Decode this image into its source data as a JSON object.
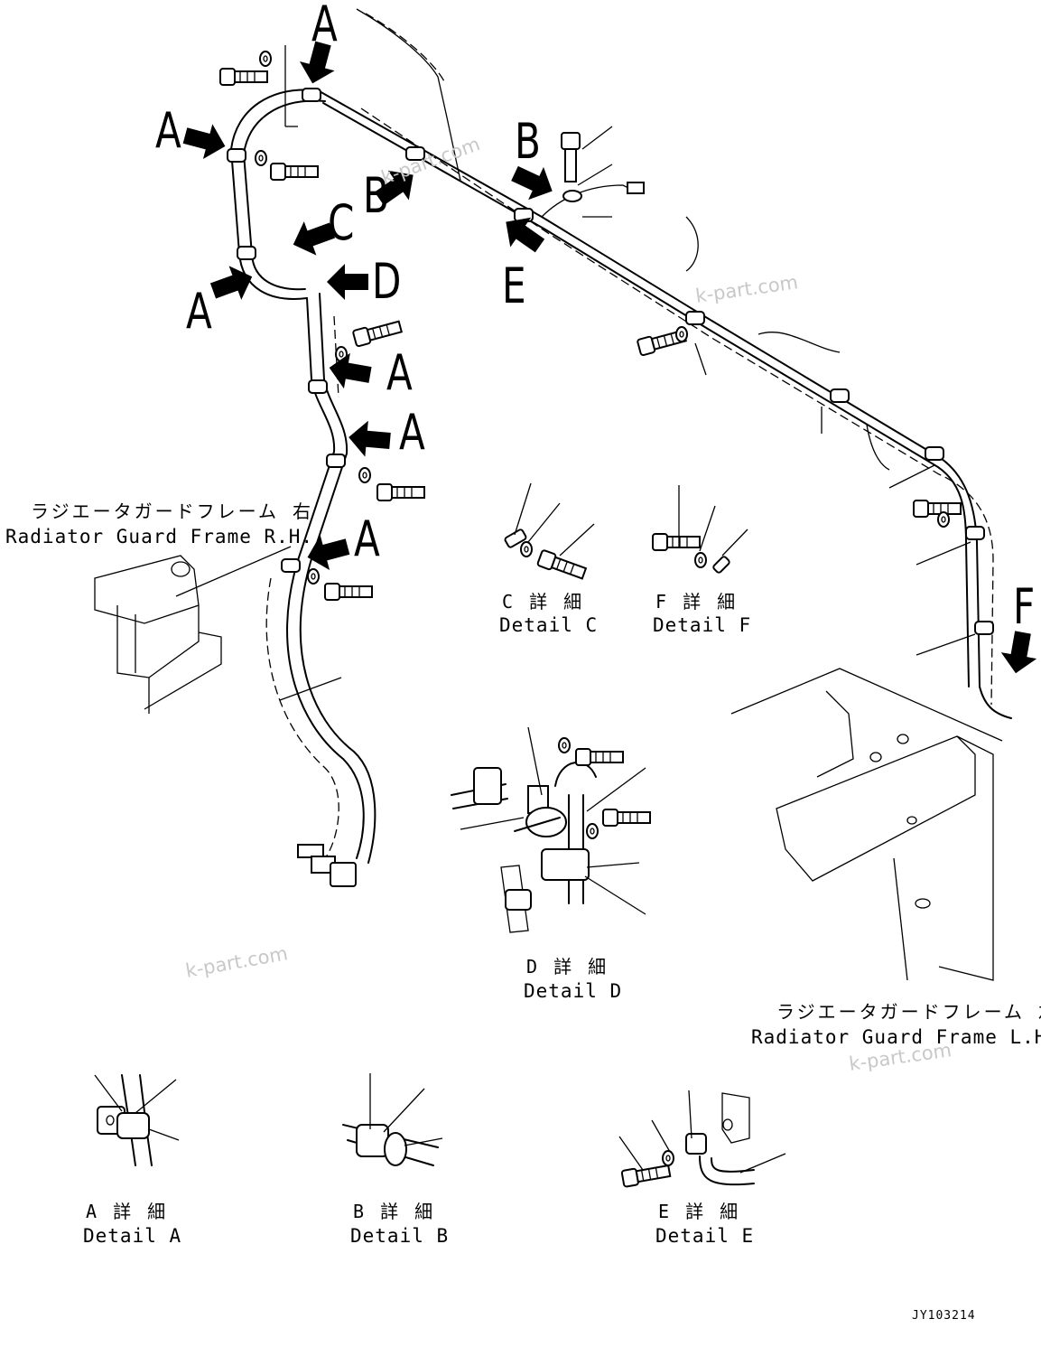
{
  "callouts": {
    "a1": "A",
    "a2": "A",
    "a3": "A",
    "a4": "A",
    "a5": "A",
    "a6": "A",
    "b1": "B",
    "b2": "B",
    "c1": "C",
    "d1": "D",
    "e1": "E",
    "f1": "F"
  },
  "frames": {
    "rh_jp": "ラジエータガードフレーム 右",
    "rh_en": "Radiator Guard Frame R.H.",
    "lh_jp": "ラジエータガードフレーム 左",
    "lh_en": "Radiator Guard Frame L.H."
  },
  "details": {
    "c_jp": "C 詳 細",
    "c_en": "Detail C",
    "f_jp": "F 詳 細",
    "f_en": "Detail F",
    "d_jp": "D 詳 細",
    "d_en": "Detail D",
    "a_jp": "A 詳 細",
    "a_en": "Detail A",
    "b_jp": "B 詳 細",
    "b_en": "Detail B",
    "e_jp": "E 詳 細",
    "e_en": "Detail E"
  },
  "watermarks": {
    "w1": "k-part.com",
    "w2": "k-part.com",
    "w3": "k-part.com",
    "w4": "k-part.com"
  },
  "drawing_code": "JY103214"
}
